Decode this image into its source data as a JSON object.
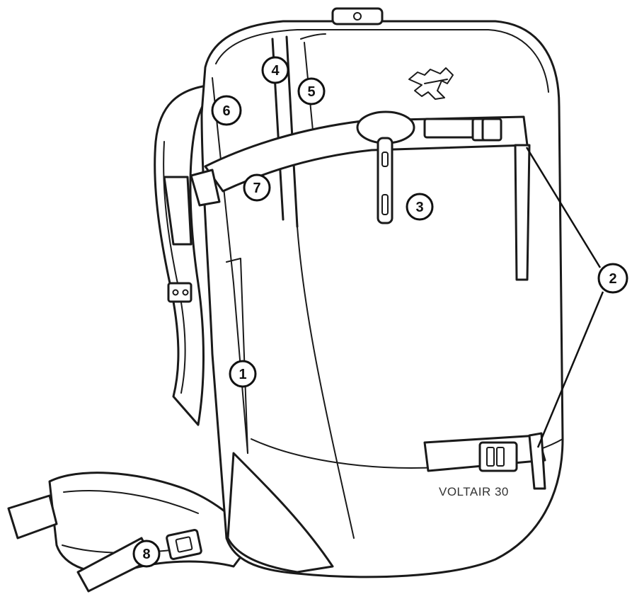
{
  "callouts": [
    {
      "id": "1",
      "label": "1"
    },
    {
      "id": "2",
      "label": "2"
    },
    {
      "id": "3",
      "label": "3"
    },
    {
      "id": "4",
      "label": "4"
    },
    {
      "id": "5",
      "label": "5"
    },
    {
      "id": "6",
      "label": "6"
    },
    {
      "id": "7",
      "label": "7"
    },
    {
      "id": "8",
      "label": "8"
    }
  ],
  "product": {
    "model_label": "VOLTAIR 30",
    "logo": "arcteryx-bird-logo"
  },
  "colors": {
    "ink": "#1a1a1a",
    "background": "#ffffff"
  }
}
